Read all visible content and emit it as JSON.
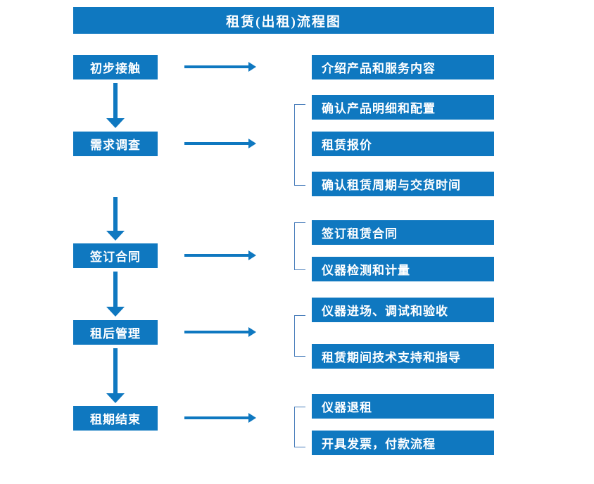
{
  "diagram": {
    "title": "租赁(出租)流程图",
    "accent_color": "#0F78C0",
    "bracket_color": "#4A7EBB",
    "text_color": "#FFFFFF",
    "background_color": "#FFFFFF",
    "stages": [
      {
        "label": "初步接触"
      },
      {
        "label": "需求调查"
      },
      {
        "label": "签订合同"
      },
      {
        "label": "租后管理"
      },
      {
        "label": "租期结束"
      }
    ],
    "tasks": [
      {
        "label": "介绍产品和服务内容"
      },
      {
        "label": "确认产品明细和配置"
      },
      {
        "label": "租赁报价"
      },
      {
        "label": "确认租赁周期与交货时间"
      },
      {
        "label": "签订租赁合同"
      },
      {
        "label": "仪器检测和计量"
      },
      {
        "label": "仪器进场、调试和验收"
      },
      {
        "label": "租赁期间技术支持和指导"
      },
      {
        "label": "仪器退租"
      },
      {
        "label": "开具发票，付款流程"
      }
    ]
  }
}
